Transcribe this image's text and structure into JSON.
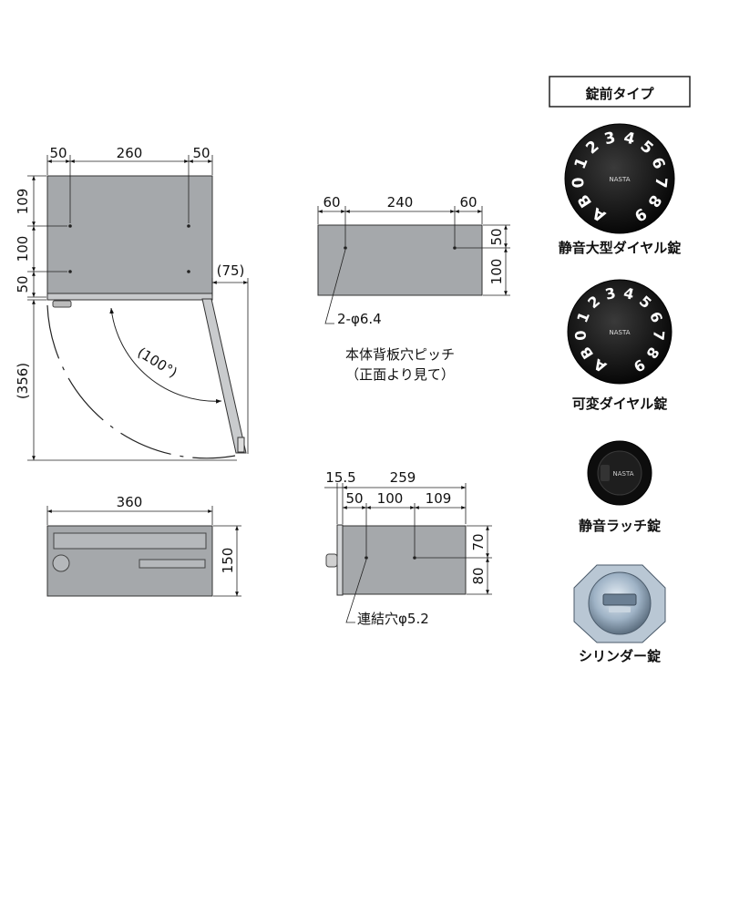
{
  "diagram": {
    "front_view": {
      "dim_top": [
        "50",
        "260",
        "50"
      ],
      "dim_left": [
        "109",
        "100",
        "50"
      ],
      "dim_open_offset": "(75)",
      "dim_open_depth": "(356)",
      "angle": "(100°)"
    },
    "back_view": {
      "dim_top": [
        "60",
        "240",
        "60"
      ],
      "dim_right": [
        "50",
        "100"
      ],
      "hole_label": "2-φ6.4",
      "caption_line1": "本体背板穴ピッチ",
      "caption_line2": "（正面より見て）"
    },
    "bottom_front": {
      "dim_width": "360",
      "dim_height": "150"
    },
    "side_view": {
      "dim_top_row": [
        "15.5",
        "259"
      ],
      "dim_second_row": [
        "50",
        "100",
        "109"
      ],
      "dim_right": [
        "70",
        "80"
      ],
      "hole_label": "連結穴φ5.2"
    },
    "lock_types": {
      "title": "錠前タイプ",
      "dial_numbers": "AB0123456789",
      "brand": "NASTA",
      "items": [
        {
          "label": "静音大型ダイヤル錠",
          "icon": "large-dial-lock-icon"
        },
        {
          "label": "可変ダイヤル錠",
          "icon": "variable-dial-lock-icon"
        },
        {
          "label": "静音ラッチ錠",
          "icon": "latch-lock-icon"
        },
        {
          "label": "シリンダー錠",
          "icon": "cylinder-lock-icon"
        }
      ]
    }
  }
}
